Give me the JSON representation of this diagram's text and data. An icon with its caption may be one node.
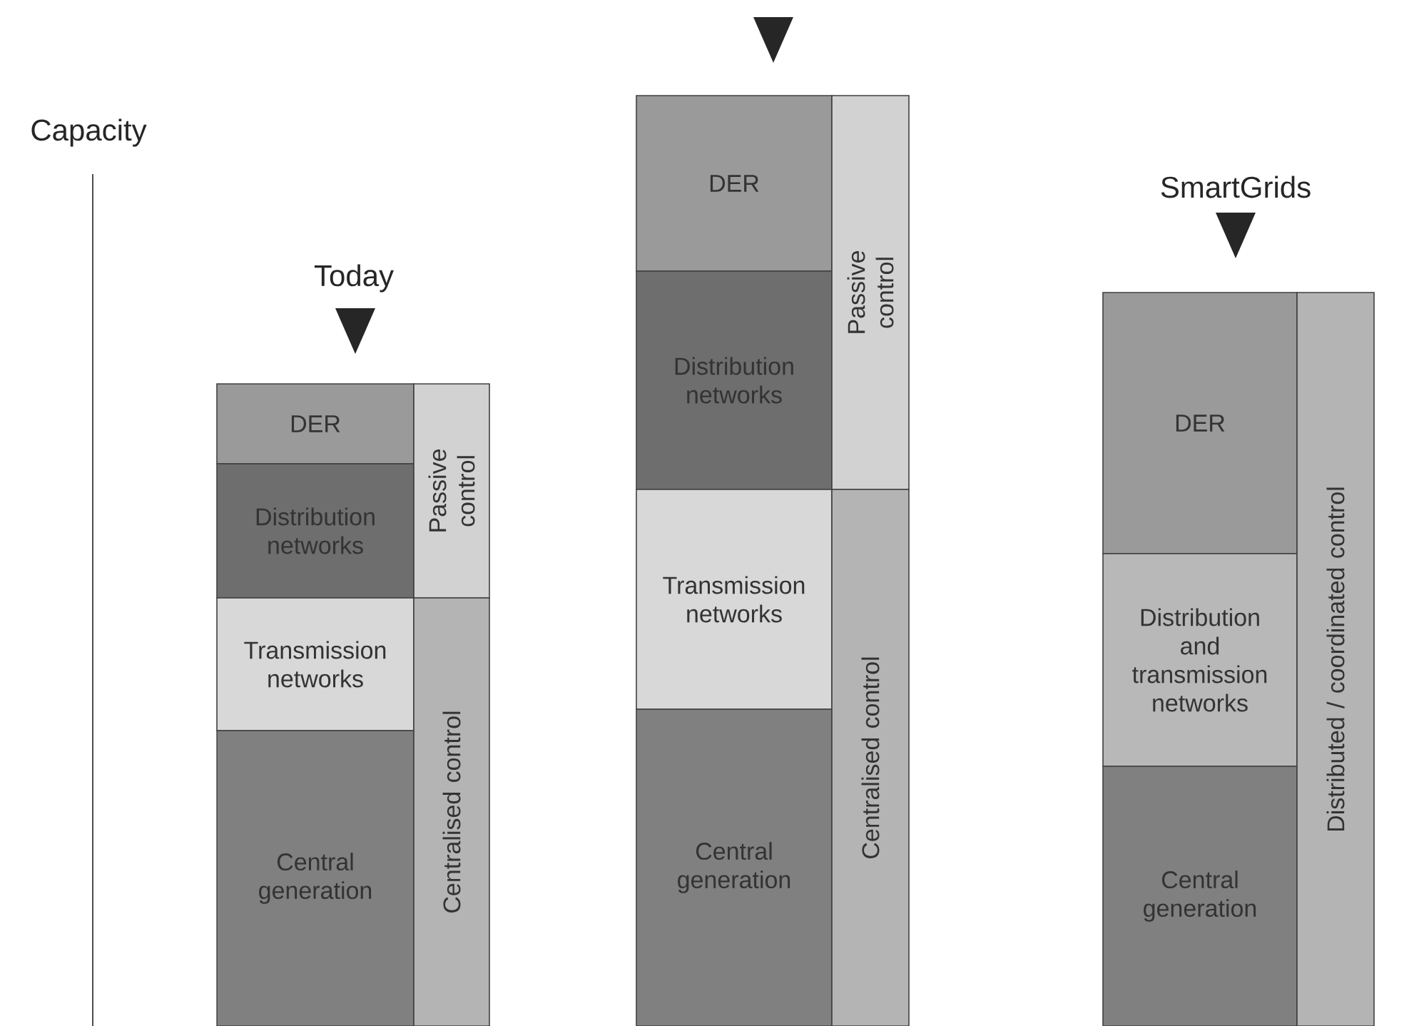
{
  "diagram": {
    "nodes": [
      {
        "text": [
          "DER"
        ]
      },
      {
        "text": [
          "Distribution networks"
        ]
      },
      {
        "text": [
          "Transmission networks"
        ]
      },
      {
        "text": [
          "Central generation"
        ]
      },
      {
        "text": [
          "Passive control"
        ]
      },
      {
        "text": [
          "Centralised control"
        ]
      },
      {
        "text": [
          "DER"
        ]
      },
      {
        "text": [
          "Distribution networks"
        ]
      },
      {
        "text": [
          "Transmission networks"
        ]
      },
      {
        "text": [
          "Central generation"
        ]
      },
      {
        "text": [
          "Passive control"
        ]
      },
      {
        "text": [
          "Centralised control"
        ]
      },
      {
        "text": [
          "DER"
        ]
      },
      {
        "text": [
          "Distribution and transmission networks"
        ]
      },
      {
        "text": [
          "Central generation"
        ]
      },
      {
        "text": [
          "Distributed / coordinated control"
        ]
      }
    ],
    "labels": [
      "Capacity",
      "Today",
      "SmartGrids"
    ]
  }
}
